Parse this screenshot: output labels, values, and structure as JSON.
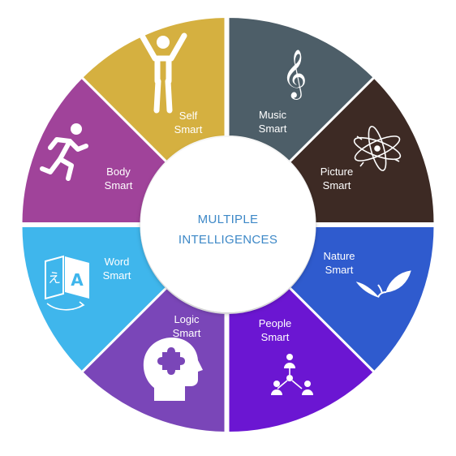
{
  "center": {
    "line1": "MULTIPLE",
    "line2": "INTELLIGENCES"
  },
  "segments": [
    {
      "line1": "Music",
      "line2": "Smart",
      "color": "#4d5e68",
      "icon": "treble-clef-icon"
    },
    {
      "line1": "Picture",
      "line2": "Smart",
      "color": "#3d2a24",
      "icon": "atom-sketch-icon"
    },
    {
      "line1": "Nature",
      "line2": "Smart",
      "color": "#2f5bce",
      "icon": "leaves-icon"
    },
    {
      "line1": "People",
      "line2": "Smart",
      "color": "#6b16d2",
      "icon": "people-network-icon"
    },
    {
      "line1": "Logic",
      "line2": "Smart",
      "color": "#7a46b8",
      "icon": "head-puzzle-icon"
    },
    {
      "line1": "Word",
      "line2": "Smart",
      "color": "#3fb6ec",
      "icon": "translate-icon"
    },
    {
      "line1": "Body",
      "line2": "Smart",
      "color": "#a0439a",
      "icon": "running-person-icon"
    },
    {
      "line1": "Self",
      "line2": "Smart",
      "color": "#d5b040",
      "icon": "person-arms-up-icon"
    }
  ]
}
